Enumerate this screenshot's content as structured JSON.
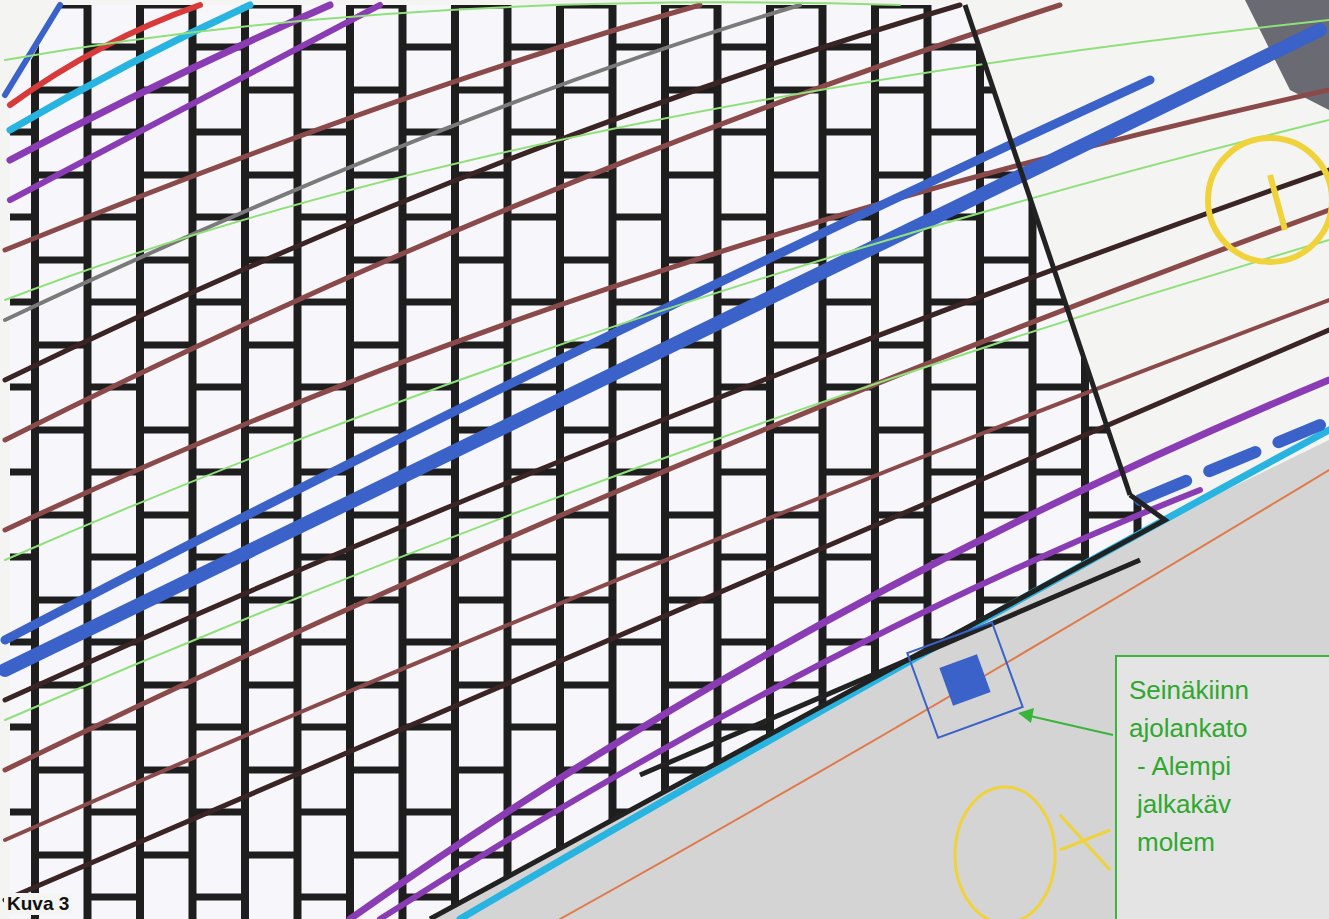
{
  "diagram": {
    "nodes": [
      {
        "text": [
          "Seinäkiinn ajolankato",
          "- Alempi jalkakäv molem"
        ]
      }
    ],
    "labels": [
      "Kuva 3"
    ]
  }
}
